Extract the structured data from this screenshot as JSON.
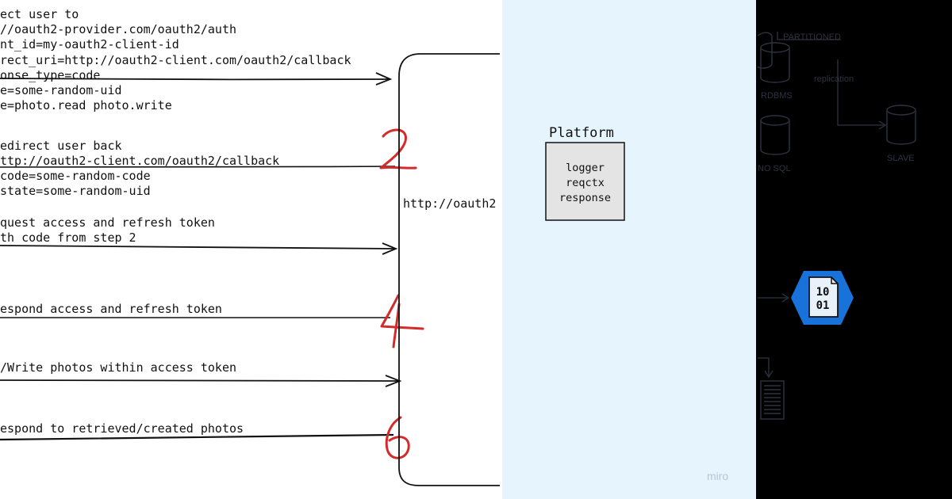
{
  "left_panel": {
    "steps": [
      {
        "lines": [
          "ect user to",
          "//oauth2-provider.com/oauth2/auth",
          "nt_id=my-oauth2-client-id",
          "rect_uri=http://oauth2-client.com/oauth2/callback",
          "onse_type=code",
          "e=some-random-uid",
          "e=photo.read photo.write"
        ]
      },
      {
        "lines": [
          "edirect user back",
          "ttp://oauth2-client.com/oauth2/callback",
          "code=some-random-code",
          "state=some-random-uid"
        ]
      },
      {
        "lines": [
          "quest access and refresh token",
          "th code from step 2"
        ]
      },
      {
        "lines": [
          "espond access and refresh token"
        ]
      },
      {
        "lines": [
          "/Write photos within access token"
        ]
      },
      {
        "lines": [
          "espond to retrieved/created photos"
        ]
      }
    ],
    "red_numbers": [
      "2",
      "4",
      "6"
    ],
    "server_label": "http://oauth2"
  },
  "middle_panel": {
    "platform_title": "Platform",
    "platform_items": [
      "logger",
      "reqctx",
      "response"
    ],
    "watermark": "miro"
  },
  "right_panel": {
    "partitioned_label": "PARTITIONED",
    "replication_label": "replication",
    "rdbms_label": "RDBMS",
    "slave_label": "SLAVE",
    "nosql_label": "NO SQL",
    "hex_icon_text": [
      "10",
      "01"
    ]
  },
  "colors": {
    "middle_bg": "#e6f4fd",
    "right_bg": "#000000",
    "red": "#d42a2a",
    "hex_blue": "#1872d9"
  }
}
